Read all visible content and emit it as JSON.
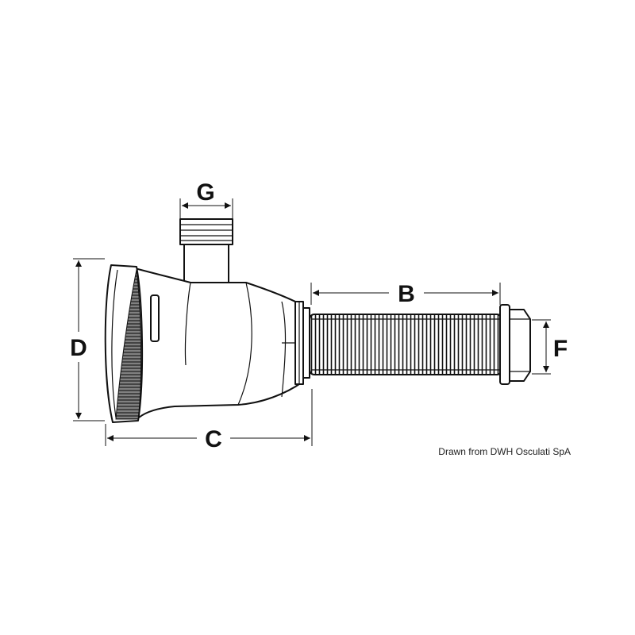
{
  "dimensions": {
    "g": "G",
    "b": "B",
    "d": "D",
    "c": "C",
    "f": "F"
  },
  "credit": "Drawn from DWH Osculati SpA",
  "colors": {
    "line": "#111111",
    "background": "#ffffff"
  }
}
